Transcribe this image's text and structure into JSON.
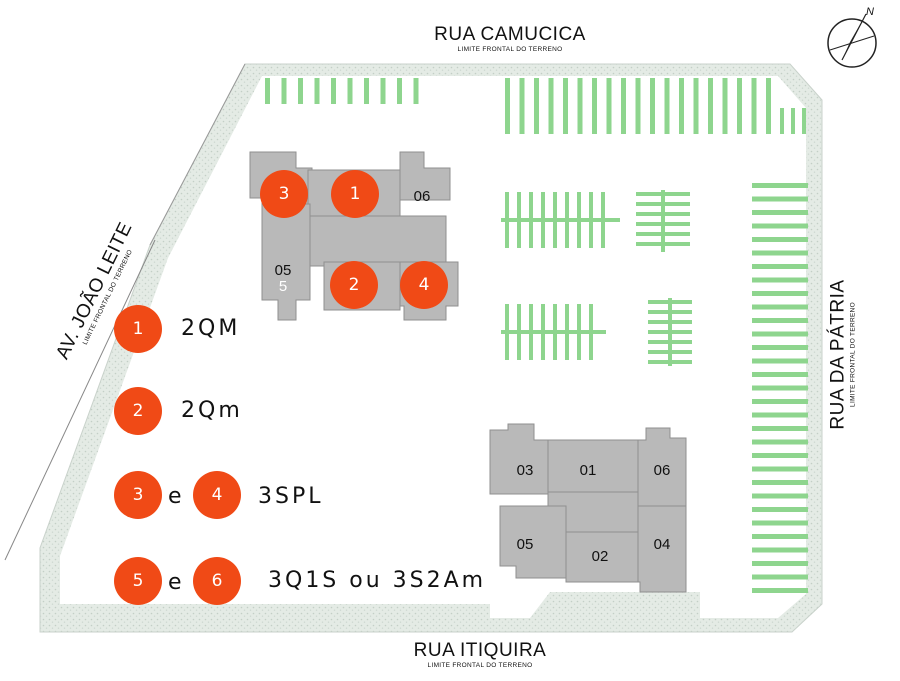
{
  "streets": {
    "north": {
      "name": "RUA CAMUCICA",
      "sub": "LIMITE FRONTAL DO TERRENO"
    },
    "south": {
      "name": "RUA ITIQUIRA",
      "sub": "LIMITE FRONTAL DO TERRENO"
    },
    "west": {
      "name": "AV. JOÃO LEITE",
      "sub": "LIMITE FRONTAL DO TERRENO"
    },
    "east": {
      "name": "RUA DA PÁTRIA",
      "sub": "LIMITE FRONTAL DO TERRENO"
    }
  },
  "compass": {
    "label": "N"
  },
  "colors": {
    "marker": "#f04a16",
    "building": "#b9b9b9",
    "parking": "#8ed58e",
    "lawn": "#dfe6e0"
  },
  "tower_a": {
    "markers": [
      "3",
      "1",
      "2",
      "4"
    ],
    "units": [
      "06",
      "05",
      "5"
    ]
  },
  "tower_b": {
    "units": [
      "03",
      "01",
      "06",
      "05",
      "02",
      "04"
    ]
  },
  "legend": {
    "row1": {
      "marker": "1",
      "code": "2QM"
    },
    "row2": {
      "marker": "2",
      "code": "2Qm"
    },
    "row3": {
      "marker_a": "3",
      "connector": "e",
      "marker_b": "4",
      "code": "3SPL"
    },
    "row4": {
      "marker_a": "5",
      "connector": "e",
      "marker_b": "6",
      "code": "3Q1S ou 3S2Am"
    }
  }
}
